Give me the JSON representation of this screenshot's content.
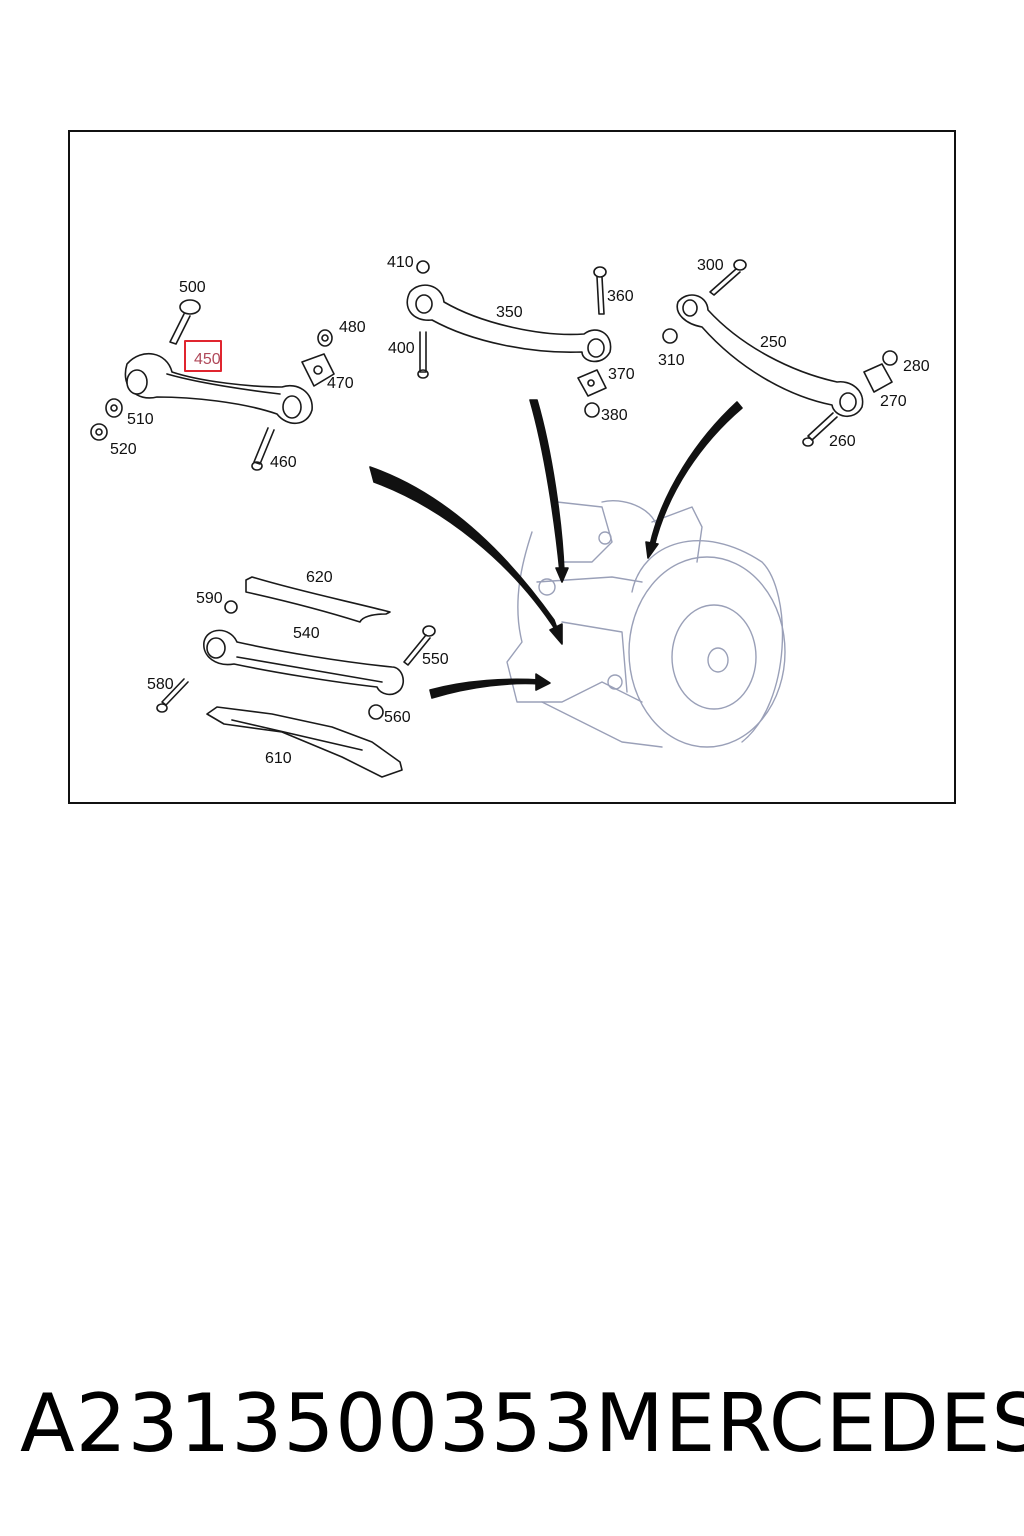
{
  "callouts": {
    "c250": "250",
    "c260": "260",
    "c270": "270",
    "c280": "280",
    "c300": "300",
    "c310": "310",
    "c350": "350",
    "c360": "360",
    "c370": "370",
    "c380": "380",
    "c400": "400",
    "c410": "410",
    "c450": "450",
    "c460": "460",
    "c470": "470",
    "c480": "480",
    "c500": "500",
    "c510": "510",
    "c520": "520",
    "c540": "540",
    "c550": "550",
    "c560": "560",
    "c580": "580",
    "c590": "590",
    "c610": "610",
    "c620": "620"
  },
  "highlight": {
    "callout": "450",
    "color": "#e0252f"
  },
  "caption": {
    "part_number": "A2313500353",
    "brand": "MERCEDES"
  }
}
